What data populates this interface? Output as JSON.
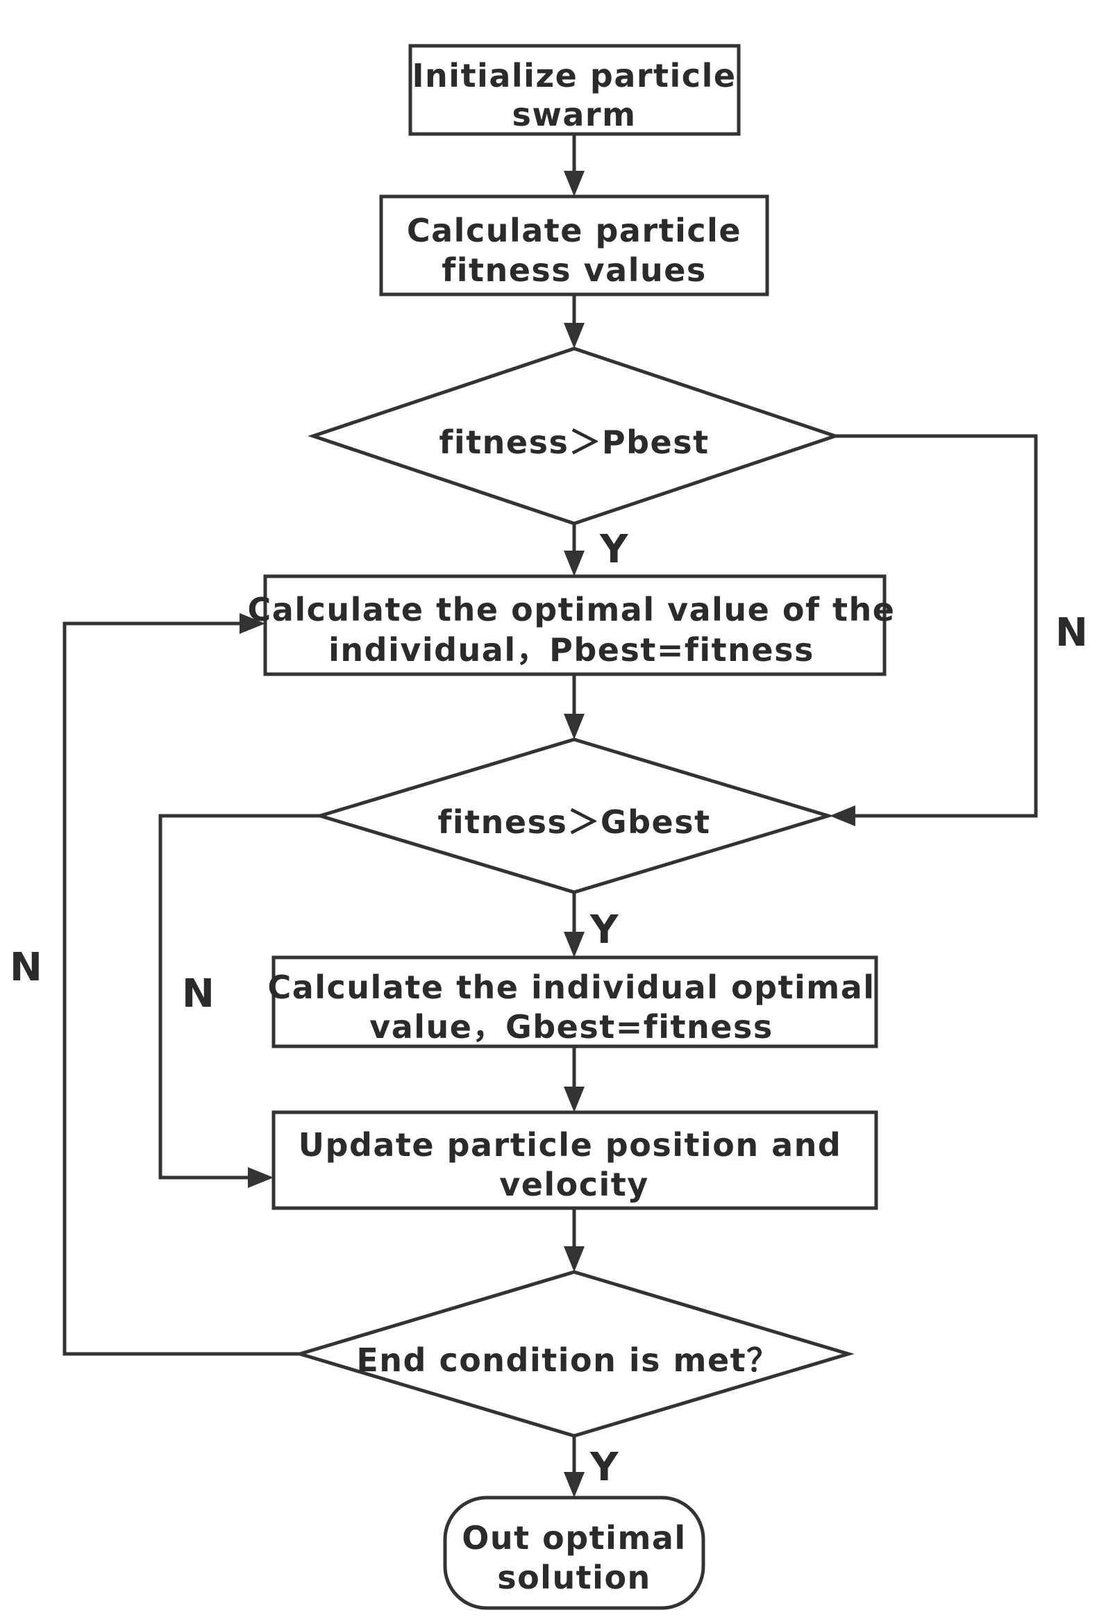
{
  "nodes": {
    "init": [
      "Initialize particle",
      "swarm"
    ],
    "calc_fitness": [
      "Calculate particle",
      "fitness values"
    ],
    "decision_pbest": "fitness＞Pbest",
    "calc_pbest": [
      "Calculate the optimal value of the",
      "individual，Pbest=fitness"
    ],
    "decision_gbest": "fitness＞Gbest",
    "calc_gbest": [
      "Calculate the individual optimal",
      "value，Gbest=fitness"
    ],
    "update": [
      "Update particle position and",
      "velocity"
    ],
    "decision_end": "End condition is met？",
    "output": [
      "Out optimal",
      "solution"
    ]
  },
  "labels": {
    "yes": "Y",
    "no": "N"
  }
}
